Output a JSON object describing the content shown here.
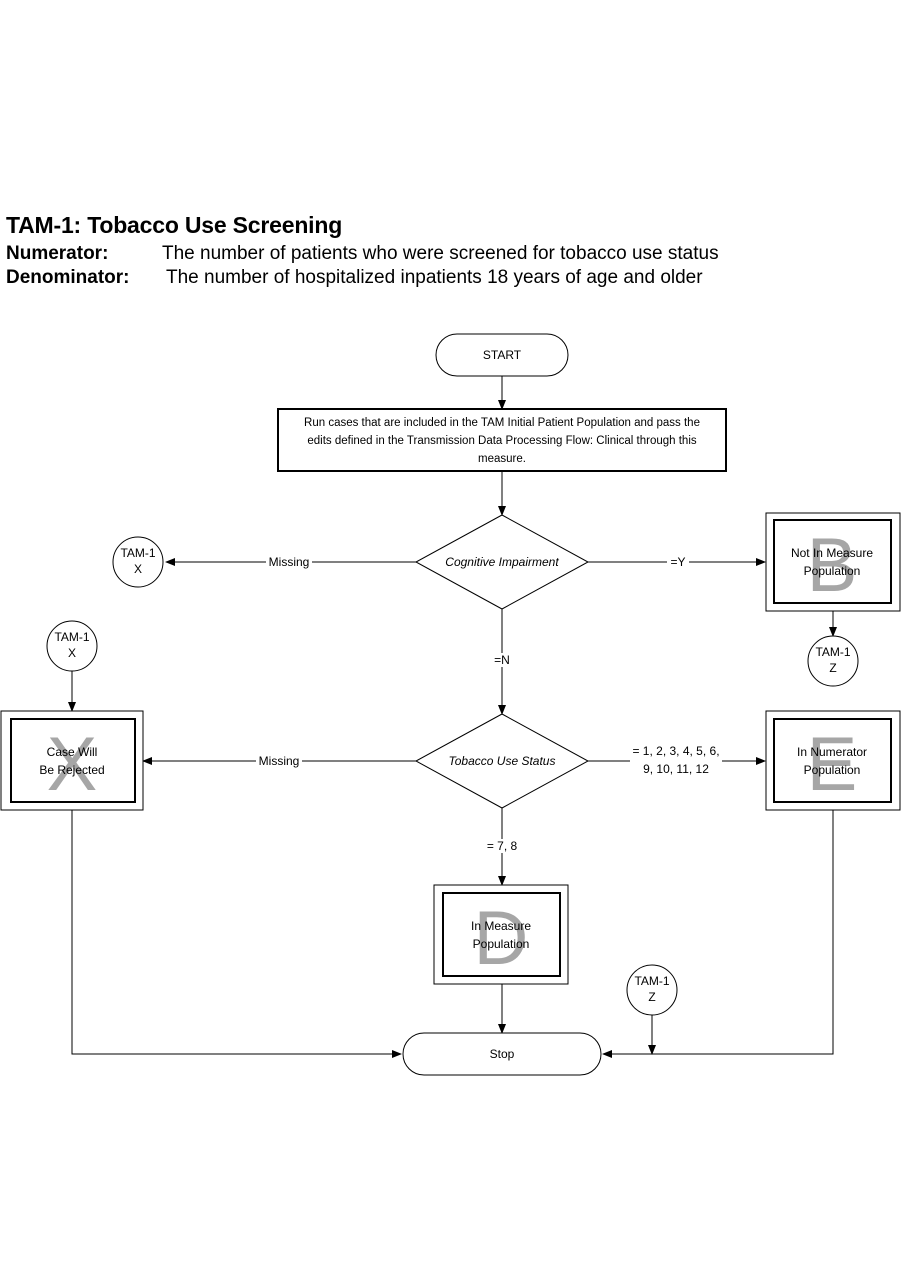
{
  "title": "TAM-1:  Tobacco Use Screening",
  "numerator": {
    "label": "Numerator:",
    "text": "The number of patients who were screened for tobacco use status"
  },
  "denominator": {
    "label": "Denominator:",
    "text": "The number of hospitalized inpatients 18 years of age and older"
  },
  "nodes": {
    "start": "START",
    "run_cases": [
      "Run cases that are included in the TAM Initial Patient  Population and pass the",
      "edits defined in the Transmission Data Processing Flow: Clinical through this",
      "measure."
    ],
    "cognitive": "Cognitive Impairment",
    "tobacco": "Tobacco Use Status",
    "not_in_measure": {
      "letter": "B",
      "lines": [
        "Not In Measure",
        "Population"
      ]
    },
    "in_numerator": {
      "letter": "E",
      "lines": [
        "In Numerator",
        "Population"
      ]
    },
    "rejected": {
      "letter": "X",
      "lines": [
        "Case Will",
        "Be Rejected"
      ]
    },
    "in_measure": {
      "letter": "D",
      "lines": [
        "In Measure",
        "Population"
      ]
    },
    "stop": "Stop",
    "conn_x_left": [
      "TAM-1",
      "X"
    ],
    "conn_x_top": [
      "TAM-1",
      "X"
    ],
    "conn_z_right": [
      "TAM-1",
      "Z"
    ],
    "conn_z_bottom": [
      "TAM-1",
      "Z"
    ]
  },
  "edges": {
    "cog_missing": "Missing",
    "cog_y": "=Y",
    "cog_n": "=N",
    "tob_missing": "Missing",
    "tob_values": [
      "= 1, 2, 3, 4, 5, 6,",
      "9, 10, 11, 12"
    ],
    "tob_78": "= 7, 8"
  }
}
